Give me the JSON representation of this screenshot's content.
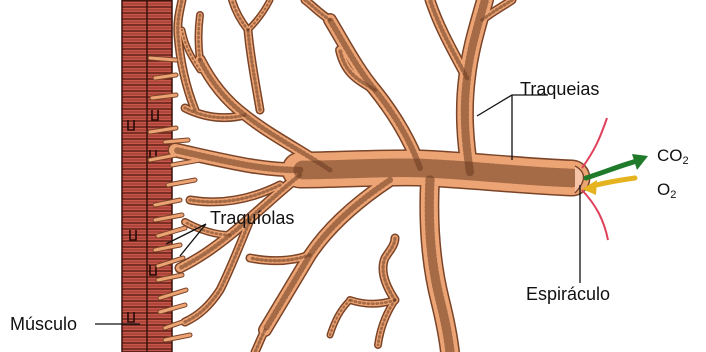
{
  "labels": {
    "traqueias": "Traqueias",
    "traquiolas": "Traquíolas",
    "espiraculo": "Espiráculo",
    "musculo": "Músculo",
    "co2": "CO",
    "co2_sub": "2",
    "o2": "O",
    "o2_sub": "2"
  },
  "colors": {
    "trachea_fill": "#eda474",
    "trachea_outline": "#7a4428",
    "trachea_ring": "#6a3a20",
    "muscle_fill": "#c7574a",
    "muscle_stripe": "#5a1c14",
    "co2_arrow": "#1f7a2a",
    "o2_arrow": "#e5b31f",
    "spiracle_edge": "#e0405a",
    "leader_line": "#111111"
  }
}
